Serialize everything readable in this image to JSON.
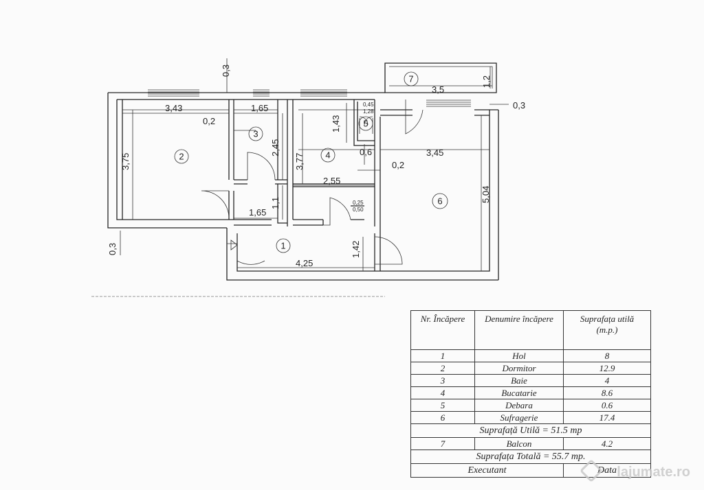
{
  "plan": {
    "dimensions": {
      "d_343": "3,43",
      "d_02_a": "0,2",
      "d_375": "3,75",
      "d_165_a": "1,65",
      "d_245": "2,45",
      "d_11": "1,1",
      "d_165_b": "1,65",
      "d_03_top": "0,3",
      "d_03_left": "0,3",
      "d_03_right": "0,3",
      "d_143": "1,43",
      "d_377": "3,77",
      "d_06": "0,6",
      "d_255": "2,55",
      "d_345": "3,45",
      "d_02_b": "0,2",
      "d_504": "5,04",
      "d_425": "4,25",
      "d_142": "1,42",
      "d_35": "3,5",
      "d_12": "1,2",
      "small_045": "0,45",
      "small_128": "1,28",
      "small_025": "0,25",
      "small_050": "0,50"
    },
    "rooms": [
      "1",
      "2",
      "3",
      "4",
      "5",
      "6",
      "7"
    ]
  },
  "legend": {
    "header": {
      "nr": "Nr. Încăpere",
      "name": "Denumire încăpere",
      "area_l1": "Suprafața utilă",
      "area_l2": "(m.p.)"
    },
    "rows": [
      {
        "nr": "1",
        "name": "Hol",
        "area": "8"
      },
      {
        "nr": "2",
        "name": "Dormitor",
        "area": "12.9"
      },
      {
        "nr": "3",
        "name": "Baie",
        "area": "4"
      },
      {
        "nr": "4",
        "name": "Bucatarie",
        "area": "8.6"
      },
      {
        "nr": "5",
        "name": "Debara",
        "area": "0.6"
      },
      {
        "nr": "6",
        "name": "Sufragerie",
        "area": "17.4"
      }
    ],
    "useful_total": "Suprafață Utilă = 51.5 mp",
    "balcony": {
      "nr": "7",
      "name": "Balcon",
      "area": "4.2"
    },
    "total": "Suprafața Totală = 55.7 mp.",
    "executant": "Executant",
    "date": "Data"
  },
  "watermark": "lajumate.ro"
}
